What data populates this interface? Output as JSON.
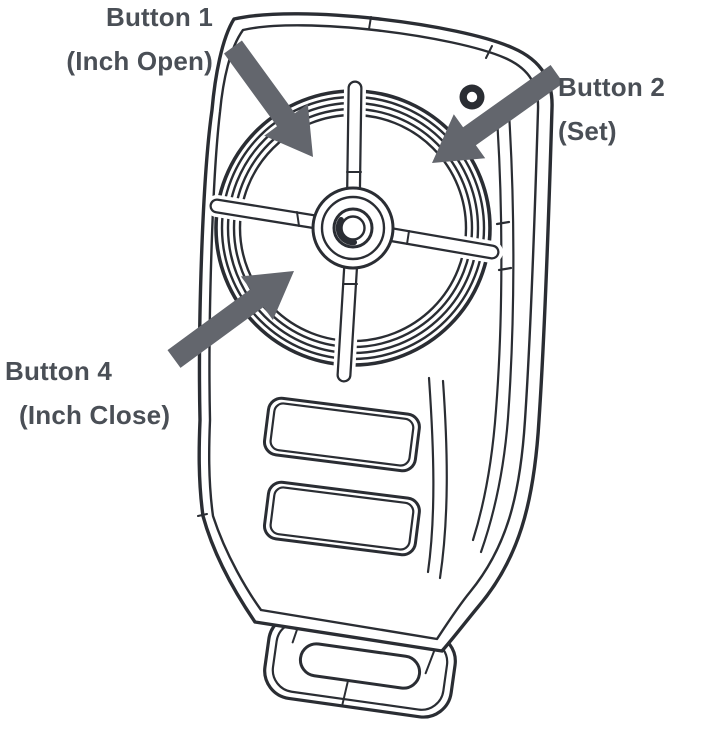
{
  "figure": {
    "subject": "Handheld four-button remote control line drawing",
    "parts": [
      "remote-body",
      "four-way-rocker-pad",
      "pad-cross-divider",
      "pad-center-hub",
      "led-indicator",
      "upper-rect-button",
      "lower-rect-button",
      "keyring-loop"
    ]
  },
  "colors": {
    "background": "#ffffff",
    "line": "#2a2d33",
    "arrow": "#63666d",
    "label_text": "#4a4f56"
  },
  "annotations": {
    "button1": {
      "title": "Button 1",
      "subtitle": "(Inch Open)"
    },
    "button2": {
      "title": "Button 2",
      "subtitle": "(Set)"
    },
    "button4": {
      "title": "Button 4",
      "subtitle": "(Inch Close)"
    }
  }
}
